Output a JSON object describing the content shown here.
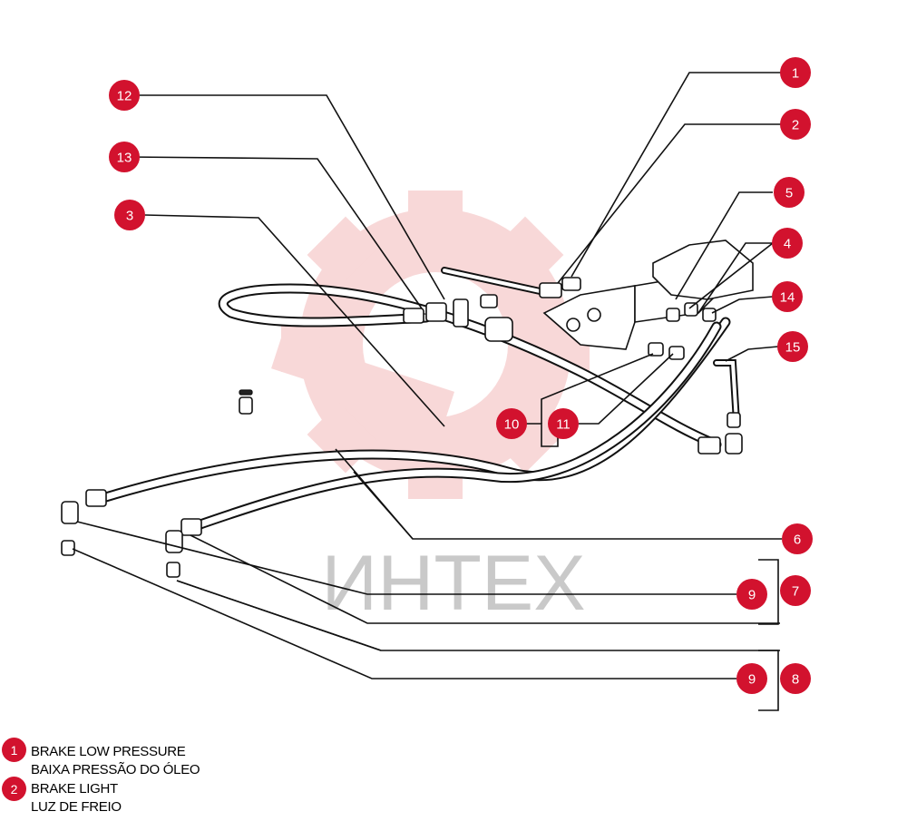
{
  "watermark": {
    "text": "ИНТЕХ",
    "color": "#f3b9b9"
  },
  "badge_color": "#d2122e",
  "callouts": [
    {
      "label": "1"
    },
    {
      "label": "2"
    },
    {
      "label": "3"
    },
    {
      "label": "4"
    },
    {
      "label": "5"
    },
    {
      "label": "6"
    },
    {
      "label": "7"
    },
    {
      "label": "8"
    },
    {
      "label": "9"
    },
    {
      "label": "9"
    },
    {
      "label": "10"
    },
    {
      "label": "11"
    },
    {
      "label": "12"
    },
    {
      "label": "13"
    },
    {
      "label": "14"
    },
    {
      "label": "15"
    }
  ],
  "legend": [
    {
      "number": "1",
      "lines": [
        "BRAKE LOW PRESSURE",
        "BAIXA PRESSÃO DO ÓLEO"
      ]
    },
    {
      "number": "2",
      "lines": [
        "BRAKE LIGHT",
        "LUZ DE FREIO"
      ]
    }
  ]
}
